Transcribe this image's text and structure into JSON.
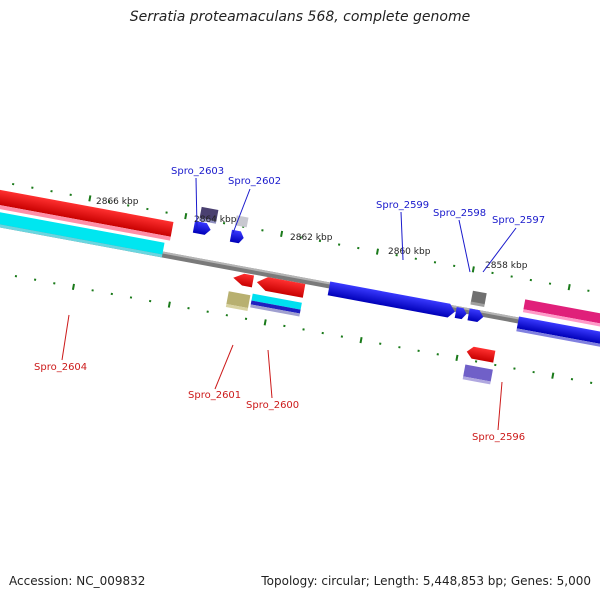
{
  "title": "Serratia proteamaculans 568, complete genome",
  "footer": {
    "accession": "Accession: NC_009832",
    "summary": "Topology: circular; Length: 5,448,853 bp; Genes: 5,000"
  },
  "scale_labels": [
    "2866 kbp",
    "2864 kbp",
    "2862 kbp",
    "2860 kbp",
    "2858 kbp"
  ],
  "genes_top": [
    "Spro_2603",
    "Spro_2602",
    "Spro_2599",
    "Spro_2598",
    "Spro_2597"
  ],
  "genes_bottom": [
    "Spro_2604",
    "Spro_2601",
    "Spro_2600",
    "Spro_2596"
  ],
  "colors": {
    "backbone": "#808080",
    "forward_strand": "#0000dd",
    "reverse_strand": "#ee0000",
    "tick": "#1a7a1a",
    "label_top": "#1a1acc",
    "label_bottom": "#cc1a1a"
  }
}
